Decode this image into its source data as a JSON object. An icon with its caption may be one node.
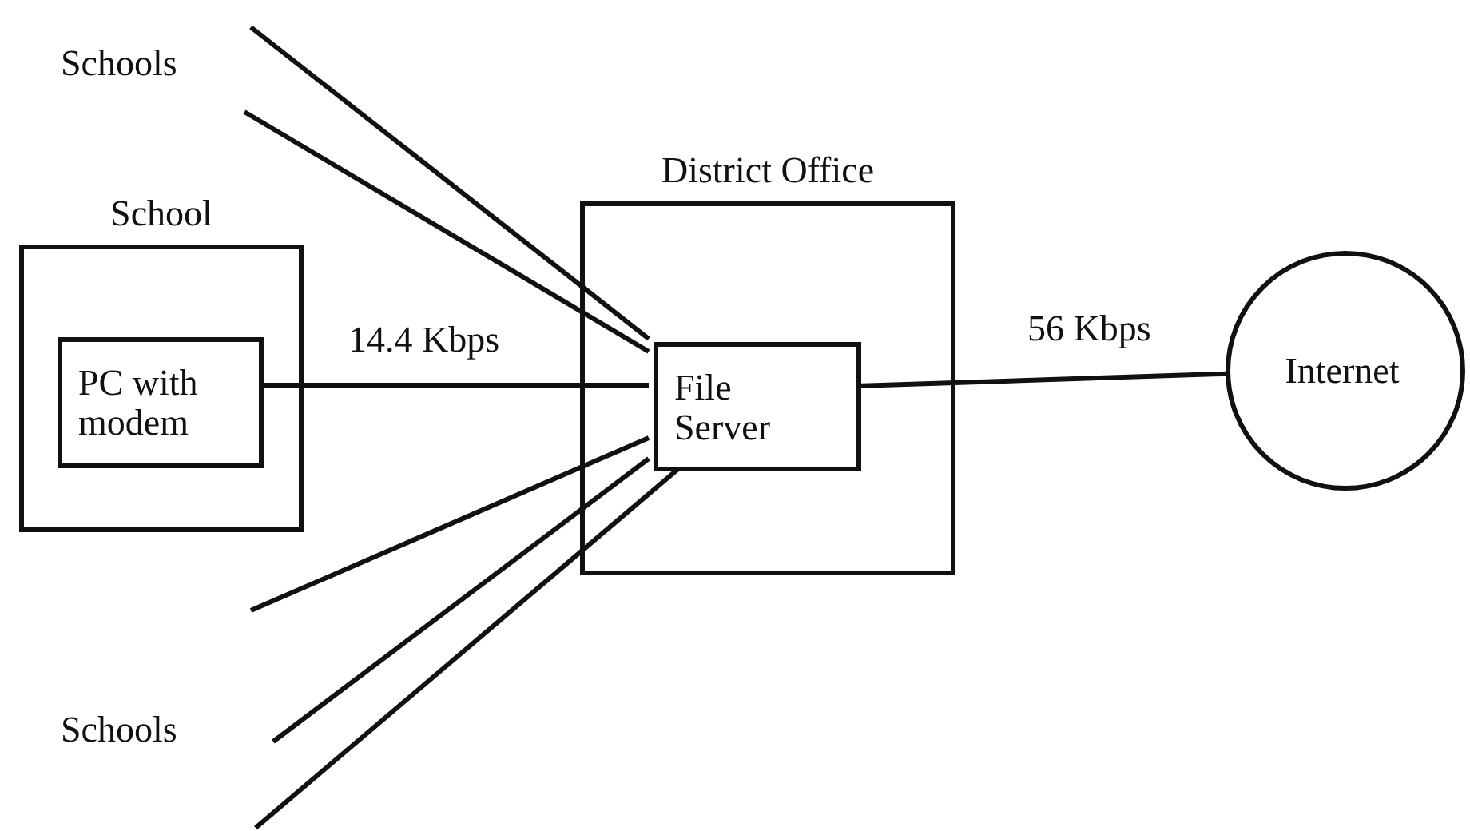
{
  "diagram": {
    "nodes": [
      {
        "text": [
          "School"
        ]
      },
      {
        "text": [
          "PC with modem"
        ],
        "in": 0
      },
      {
        "text": [
          "District Office"
        ]
      },
      {
        "text": [
          "File Server"
        ],
        "in": 2
      },
      {
        "text": [
          "Internet"
        ]
      }
    ],
    "edges": [
      {
        "from": 1,
        "to": 3,
        "arrow": "none",
        "label": "14.4 Kbps"
      },
      {
        "from": 3,
        "to": 4,
        "arrow": "none",
        "label": "56 Kbps"
      },
      {
        "from": null,
        "to": 3,
        "arrow": "none"
      },
      {
        "from": null,
        "to": 3,
        "arrow": "none"
      },
      {
        "from": null,
        "to": 3,
        "arrow": "none"
      },
      {
        "from": null,
        "to": 3,
        "arrow": "none"
      },
      {
        "from": null,
        "to": 3,
        "arrow": "none"
      }
    ],
    "labels": [
      "Schools",
      "Schools"
    ]
  }
}
